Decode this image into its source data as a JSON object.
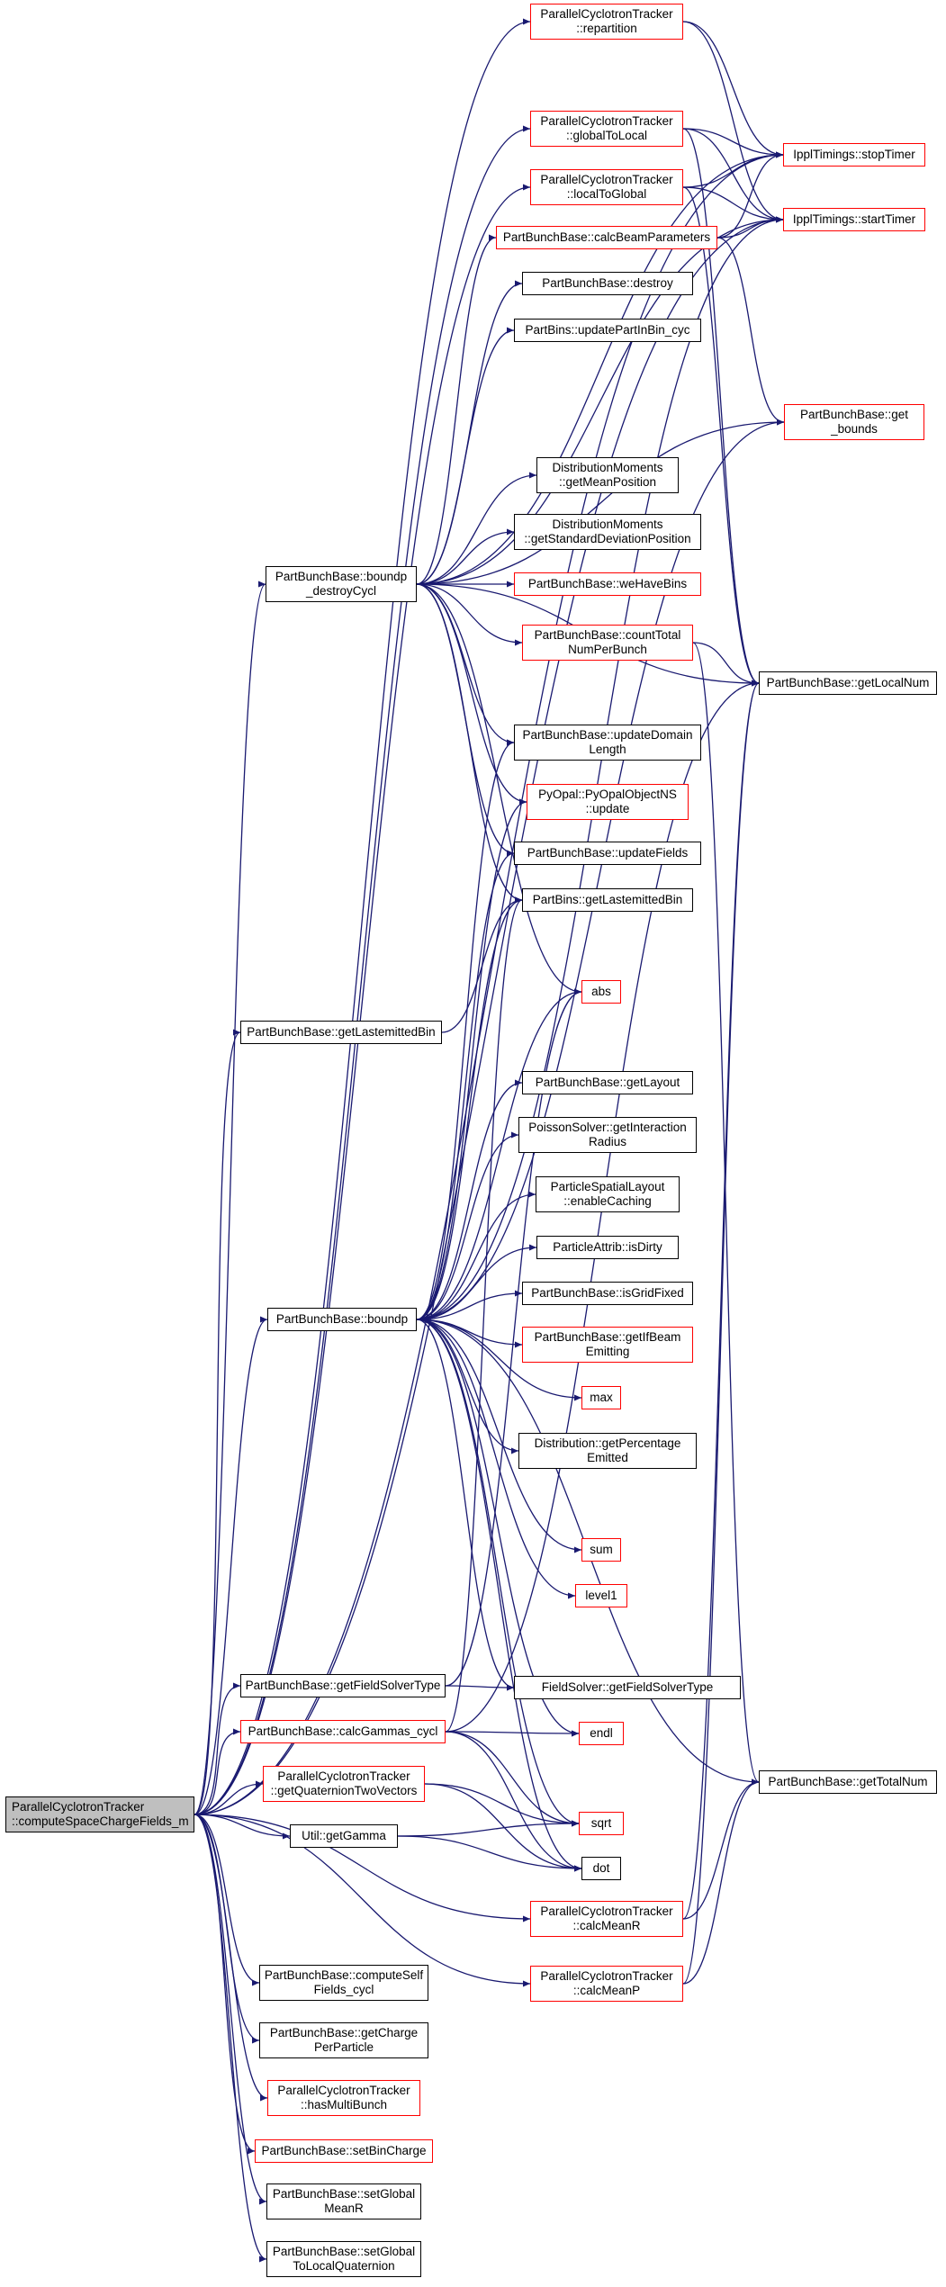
{
  "graph": {
    "edge_color": "#191970",
    "highlight_border_color": "#ff0000",
    "root_fill_color": "#bfbfbf",
    "nodes": {
      "root": {
        "label": "ParallelCyclotronTracker\n::computeSpaceChargeFields_m"
      },
      "repartition": {
        "label": "ParallelCyclotronTracker\n::repartition"
      },
      "globalToLocal": {
        "label": "ParallelCyclotronTracker\n::globalToLocal"
      },
      "localToGlobal": {
        "label": "ParallelCyclotronTracker\n::localToGlobal"
      },
      "calcBeamParameters": {
        "label": "PartBunchBase::calcBeamParameters"
      },
      "stopTimer": {
        "label": "IpplTimings::stopTimer"
      },
      "startTimer": {
        "label": "IpplTimings::startTimer"
      },
      "destroy": {
        "label": "PartBunchBase::destroy"
      },
      "updatePartInBin": {
        "label": "PartBins::updatePartInBin_cyc"
      },
      "get_bounds": {
        "label": "PartBunchBase::get\n_bounds"
      },
      "getMeanPosition": {
        "label": "DistributionMoments\n::getMeanPosition"
      },
      "getStdDevPosition": {
        "label": "DistributionMoments\n::getStandardDeviationPosition"
      },
      "boundpDestroyCycl": {
        "label": "PartBunchBase::boundp\n_destroyCycl"
      },
      "weHaveBins": {
        "label": "PartBunchBase::weHaveBins"
      },
      "countTotal": {
        "label": "PartBunchBase::countTotal\nNumPerBunch"
      },
      "getLocalNum": {
        "label": "PartBunchBase::getLocalNum"
      },
      "updateDomainLength": {
        "label": "PartBunchBase::updateDomain\nLength"
      },
      "pyopalUpdate": {
        "label": "PyOpal::PyOpalObjectNS\n::update"
      },
      "updateFields": {
        "label": "PartBunchBase::updateFields"
      },
      "getLastemittedBinPB": {
        "label": "PartBins::getLastemittedBin"
      },
      "getLastemittedBinBase": {
        "label": "PartBunchBase::getLastemittedBin"
      },
      "abs": {
        "label": "abs"
      },
      "getLayout": {
        "label": "PartBunchBase::getLayout"
      },
      "getInteractionRadius": {
        "label": "PoissonSolver::getInteraction\nRadius"
      },
      "enableCaching": {
        "label": "ParticleSpatialLayout\n::enableCaching"
      },
      "isDirty": {
        "label": "ParticleAttrib::isDirty"
      },
      "isGridFixed": {
        "label": "PartBunchBase::isGridFixed"
      },
      "boundp": {
        "label": "PartBunchBase::boundp"
      },
      "getIfBeamEmitting": {
        "label": "PartBunchBase::getIfBeam\nEmitting"
      },
      "max": {
        "label": "max"
      },
      "getPercentageEmitted": {
        "label": "Distribution::getPercentage\nEmitted"
      },
      "sum": {
        "label": "sum"
      },
      "level1": {
        "label": "level1"
      },
      "getFieldSolverTypePB": {
        "label": "PartBunchBase::getFieldSolverType"
      },
      "getFieldSolverTypeFS": {
        "label": "FieldSolver::getFieldSolverType"
      },
      "calcGammasCycl": {
        "label": "PartBunchBase::calcGammas_cycl"
      },
      "endl": {
        "label": "endl"
      },
      "getQuaternion": {
        "label": "ParallelCyclotronTracker\n::getQuaternionTwoVectors"
      },
      "getTotalNum": {
        "label": "PartBunchBase::getTotalNum"
      },
      "sqrt": {
        "label": "sqrt"
      },
      "getGamma": {
        "label": "Util::getGamma"
      },
      "dot": {
        "label": "dot"
      },
      "calcMeanR": {
        "label": "ParallelCyclotronTracker\n::calcMeanR"
      },
      "calcMeanP": {
        "label": "ParallelCyclotronTracker\n::calcMeanP"
      },
      "computeSelfFields": {
        "label": "PartBunchBase::computeSelf\nFields_cycl"
      },
      "getChargePerParticle": {
        "label": "PartBunchBase::getCharge\nPerParticle"
      },
      "hasMultiBunch": {
        "label": "ParallelCyclotronTracker\n::hasMultiBunch"
      },
      "setBinCharge": {
        "label": "PartBunchBase::setBinCharge"
      },
      "setGlobalMeanR": {
        "label": "PartBunchBase::setGlobal\nMeanR"
      },
      "setGlobalToLocalQuaternion": {
        "label": "PartBunchBase::setGlobal\nToLocalQuaternion"
      }
    },
    "edges": [
      [
        "root",
        "repartition"
      ],
      [
        "root",
        "globalToLocal"
      ],
      [
        "root",
        "localToGlobal"
      ],
      [
        "root",
        "boundpDestroyCycl"
      ],
      [
        "root",
        "getLastemittedBinBase"
      ],
      [
        "root",
        "boundp"
      ],
      [
        "root",
        "getFieldSolverTypePB"
      ],
      [
        "root",
        "calcGammasCycl"
      ],
      [
        "root",
        "getQuaternion"
      ],
      [
        "root",
        "getGamma"
      ],
      [
        "root",
        "calcMeanR"
      ],
      [
        "root",
        "calcMeanP"
      ],
      [
        "root",
        "computeSelfFields"
      ],
      [
        "root",
        "getChargePerParticle"
      ],
      [
        "root",
        "hasMultiBunch"
      ],
      [
        "root",
        "setBinCharge"
      ],
      [
        "root",
        "setGlobalMeanR"
      ],
      [
        "root",
        "setGlobalToLocalQuaternion"
      ],
      [
        "root",
        "stopTimer"
      ],
      [
        "root",
        "startTimer"
      ],
      [
        "repartition",
        "stopTimer"
      ],
      [
        "repartition",
        "startTimer"
      ],
      [
        "globalToLocal",
        "stopTimer"
      ],
      [
        "globalToLocal",
        "startTimer"
      ],
      [
        "globalToLocal",
        "getLocalNum"
      ],
      [
        "localToGlobal",
        "stopTimer"
      ],
      [
        "localToGlobal",
        "startTimer"
      ],
      [
        "localToGlobal",
        "getLocalNum"
      ],
      [
        "calcBeamParameters",
        "stopTimer"
      ],
      [
        "calcBeamParameters",
        "startTimer"
      ],
      [
        "calcBeamParameters",
        "get_bounds"
      ],
      [
        "boundpDestroyCycl",
        "calcBeamParameters"
      ],
      [
        "boundpDestroyCycl",
        "destroy"
      ],
      [
        "boundpDestroyCycl",
        "updatePartInBin"
      ],
      [
        "boundpDestroyCycl",
        "get_bounds"
      ],
      [
        "boundpDestroyCycl",
        "getMeanPosition"
      ],
      [
        "boundpDestroyCycl",
        "getStdDevPosition"
      ],
      [
        "boundpDestroyCycl",
        "weHaveBins"
      ],
      [
        "boundpDestroyCycl",
        "countTotal"
      ],
      [
        "boundpDestroyCycl",
        "getLocalNum"
      ],
      [
        "boundpDestroyCycl",
        "updateDomainLength"
      ],
      [
        "boundpDestroyCycl",
        "pyopalUpdate"
      ],
      [
        "boundpDestroyCycl",
        "updateFields"
      ],
      [
        "boundpDestroyCycl",
        "getLastemittedBinPB"
      ],
      [
        "boundpDestroyCycl",
        "abs"
      ],
      [
        "boundpDestroyCycl",
        "stopTimer"
      ],
      [
        "boundpDestroyCycl",
        "startTimer"
      ],
      [
        "countTotal",
        "getLocalNum"
      ],
      [
        "countTotal",
        "getTotalNum"
      ],
      [
        "getLastemittedBinBase",
        "getLastemittedBinPB"
      ],
      [
        "boundp",
        "updateDomainLength"
      ],
      [
        "boundp",
        "pyopalUpdate"
      ],
      [
        "boundp",
        "updateFields"
      ],
      [
        "boundp",
        "getLastemittedBinPB"
      ],
      [
        "boundp",
        "abs"
      ],
      [
        "boundp",
        "getLayout"
      ],
      [
        "boundp",
        "getInteractionRadius"
      ],
      [
        "boundp",
        "enableCaching"
      ],
      [
        "boundp",
        "isDirty"
      ],
      [
        "boundp",
        "isGridFixed"
      ],
      [
        "boundp",
        "getIfBeamEmitting"
      ],
      [
        "boundp",
        "max"
      ],
      [
        "boundp",
        "getPercentageEmitted"
      ],
      [
        "boundp",
        "sum"
      ],
      [
        "boundp",
        "level1"
      ],
      [
        "boundp",
        "getFieldSolverTypeFS"
      ],
      [
        "boundp",
        "endl"
      ],
      [
        "boundp",
        "getTotalNum"
      ],
      [
        "boundp",
        "sqrt"
      ],
      [
        "boundp",
        "dot"
      ],
      [
        "boundp",
        "get_bounds"
      ],
      [
        "boundp",
        "startTimer"
      ],
      [
        "getFieldSolverTypePB",
        "getFieldSolverTypeFS"
      ],
      [
        "getFieldSolverTypePB",
        "abs"
      ],
      [
        "calcGammasCycl",
        "endl"
      ],
      [
        "calcGammasCycl",
        "sqrt"
      ],
      [
        "calcGammasCycl",
        "dot"
      ],
      [
        "calcGammasCycl",
        "getLocalNum"
      ],
      [
        "calcGammasCycl",
        "getLastemittedBinPB"
      ],
      [
        "getQuaternion",
        "sqrt"
      ],
      [
        "getQuaternion",
        "dot"
      ],
      [
        "getGamma",
        "sqrt"
      ],
      [
        "getGamma",
        "dot"
      ],
      [
        "calcMeanR",
        "getTotalNum"
      ],
      [
        "calcMeanR",
        "getLocalNum"
      ],
      [
        "calcMeanP",
        "getTotalNum"
      ],
      [
        "calcMeanP",
        "getLocalNum"
      ]
    ]
  }
}
